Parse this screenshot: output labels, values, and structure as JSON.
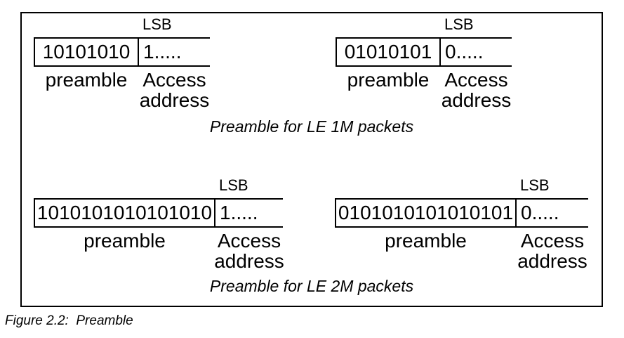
{
  "figure": {
    "caption": "Figure 2.2:  Preamble",
    "colors": {
      "ink": "#000000",
      "background": "#ffffff"
    },
    "groups": [
      {
        "caption": "Preamble for LE 1M packets",
        "diagrams": [
          {
            "lsb_label": "LSB",
            "preamble_bits": "10101010",
            "access_bits": "1.....",
            "preamble_label": "preamble",
            "access_label": "Access address"
          },
          {
            "lsb_label": "LSB",
            "preamble_bits": "01010101",
            "access_bits": "0.....",
            "preamble_label": "preamble",
            "access_label": "Access address"
          }
        ]
      },
      {
        "caption": "Preamble for LE 2M packets",
        "diagrams": [
          {
            "lsb_label": "LSB",
            "preamble_bits": "1010101010101010",
            "access_bits": "1.....",
            "preamble_label": "preamble",
            "access_label": "Access address"
          },
          {
            "lsb_label": "LSB",
            "preamble_bits": "0101010101010101",
            "access_bits": "0.....",
            "preamble_label": "preamble",
            "access_label": "Access address"
          }
        ]
      }
    ]
  }
}
